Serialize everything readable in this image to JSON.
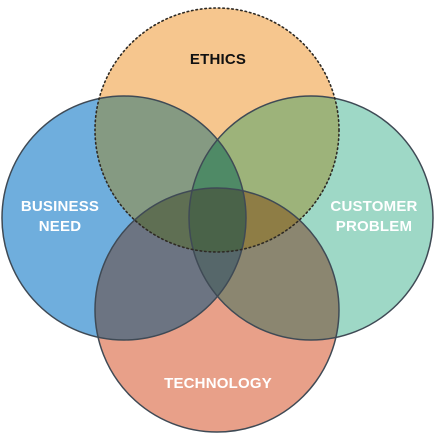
{
  "diagram": {
    "type": "venn",
    "sets": [
      {
        "id": "ethics",
        "lines": [
          "ETHICS"
        ],
        "color": "#F6C68E",
        "border": "dotted"
      },
      {
        "id": "business",
        "lines": [
          "BUSINESS",
          "NEED"
        ],
        "color": "#6FAEDD",
        "border": "solid"
      },
      {
        "id": "customer",
        "lines": [
          "CUSTOMER",
          "PROBLEM"
        ],
        "color": "#9ED8C6",
        "border": "solid"
      },
      {
        "id": "technology",
        "lines": [
          "TECHNOLOGY"
        ],
        "color": "#E8A089",
        "border": "solid"
      }
    ],
    "colors": {
      "ethics_business": "#859A82",
      "ethics_customer": "#9DB37A",
      "business_technology": "#6C7482",
      "customer_technology": "#8B8670",
      "ethics_business_customer": "#4F8A66",
      "ethics_business_technology": "#5F6F53",
      "ethics_customer_technology": "#8E7D45",
      "business_customer_technology": "#56676A",
      "all_four": "#4A6349"
    }
  }
}
